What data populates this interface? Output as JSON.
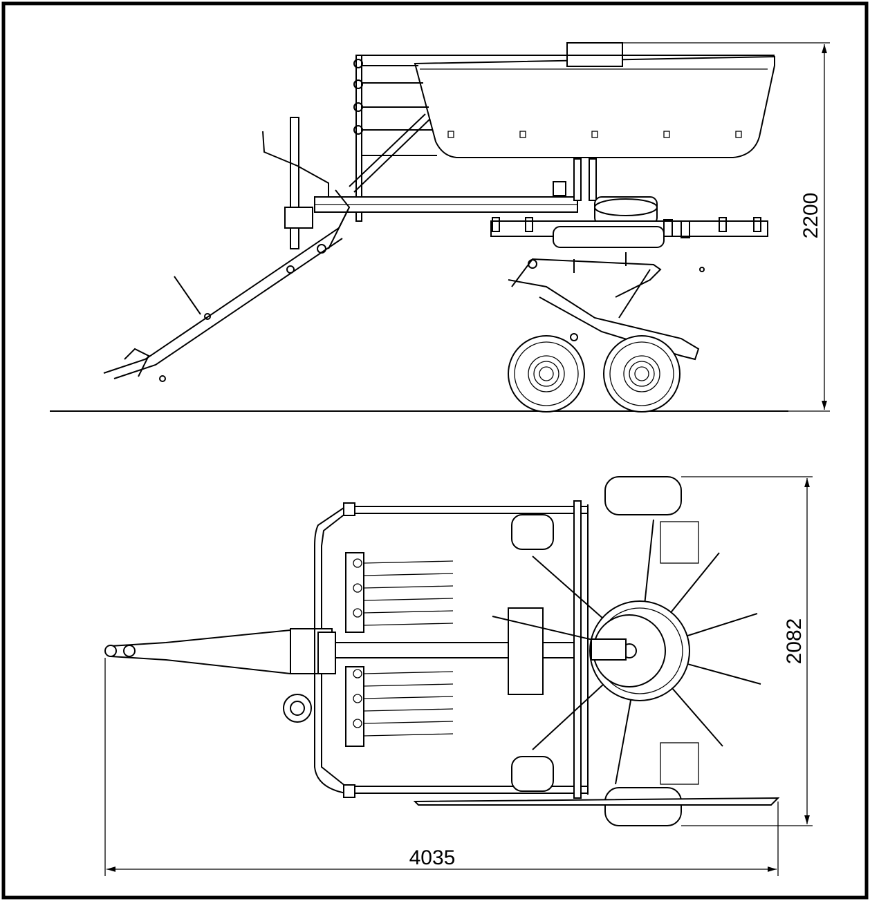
{
  "drawing": {
    "views": [
      "side-view",
      "top-view"
    ],
    "dimensions": {
      "height": "2200",
      "width": "2082",
      "length": "4035"
    }
  }
}
